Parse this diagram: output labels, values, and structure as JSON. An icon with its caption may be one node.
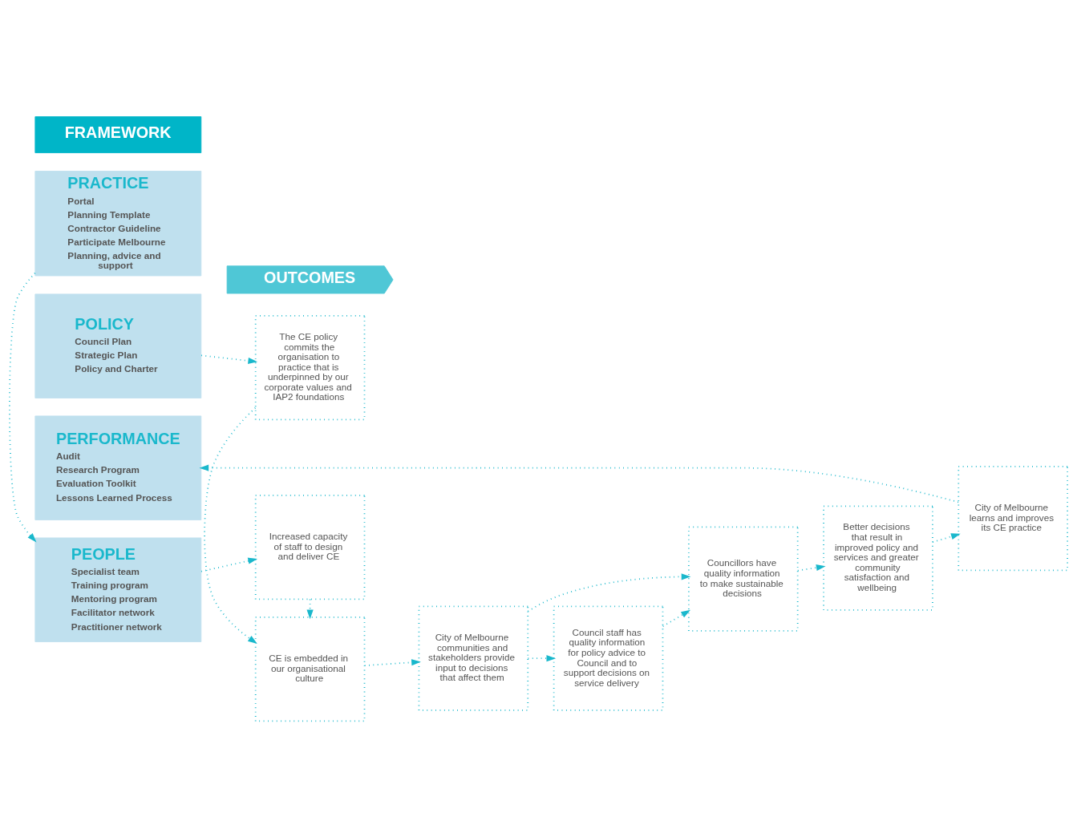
{
  "diagram": {
    "nodes": [
      {
        "text": [
          "FRAMEWORK"
        ]
      },
      {
        "text": [
          "OUTCOMES"
        ]
      },
      {
        "text": [
          "PEOPLE",
          "Specialist team",
          "Training program",
          "Mentoring program",
          "Facilitator network",
          "Practitioner network"
        ]
      },
      {
        "text": [
          "Increased capacity of staff to design and deliver CE"
        ]
      },
      {
        "text": [
          "PRACTICE",
          "Portal",
          "Planning Template",
          "Contractor Guideline",
          "Participate Melbourne",
          "Planning, advice and support"
        ]
      },
      {
        "text": [
          "CE is embedded in our organisational culture"
        ]
      },
      {
        "text": [
          "City of Melbourne communities and stakeholders provide input to decisions that affect them"
        ]
      },
      {
        "text": [
          "Councillors have quality information to make sustainable decisions"
        ]
      },
      {
        "text": [
          "Better decisions that result in improved policy and services and greater community satisfaction and wellbeing"
        ]
      },
      {
        "text": [
          "POLICY",
          "Council Plan",
          "Strategic Plan",
          "Policy and Charter"
        ]
      },
      {
        "text": [
          "The CE policy commits the organisation to practice that is underpinned by our corporate values and IAP2 foundations"
        ]
      },
      {
        "text": [
          "Council staff has quality information for policy advice to Council and to support decisions on service delivery"
        ]
      },
      {
        "text": [
          "PERFORMANCE",
          "Audit",
          "Research Program",
          "Evaluation Toolkit",
          "Lessons Learned Process"
        ]
      },
      {
        "text": [
          "City of Melbourne learns and improves its CE practice"
        ]
      }
    ],
    "edges": [
      {
        "from": 2,
        "to": 3,
        "arrow": "to"
      },
      {
        "from": 3,
        "to": 5,
        "arrow": "to"
      },
      {
        "from": 4,
        "to": 2,
        "arrow": "to"
      },
      {
        "from": 9,
        "to": 10,
        "arrow": "to"
      },
      {
        "from": 10,
        "to": 5,
        "arrow": "to"
      },
      {
        "from": 5,
        "to": 6,
        "arrow": "to"
      },
      {
        "from": 6,
        "to": 7,
        "arrow": "to"
      },
      {
        "from": 7,
        "to": 8,
        "arrow": "to"
      },
      {
        "from": 6,
        "to": 11,
        "arrow": "to"
      },
      {
        "from": 11,
        "to": 7,
        "arrow": "to"
      },
      {
        "from": 8,
        "to": 13,
        "arrow": "to"
      },
      {
        "from": 13,
        "to": 12,
        "arrow": "to"
      }
    ]
  }
}
